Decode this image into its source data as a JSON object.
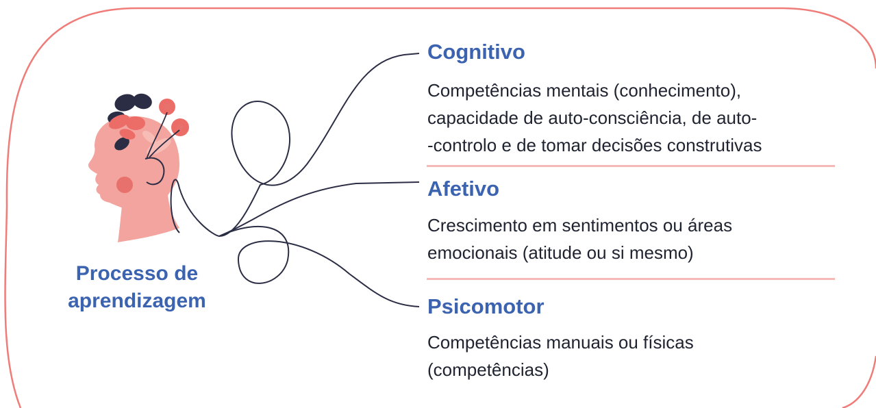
{
  "colors": {
    "frame": "#ef7c78",
    "title": "#3b63b0",
    "text": "#1f2330",
    "line": "#2b2d44",
    "separator": "#f5b9b6",
    "head_fill": "#f3a49e",
    "cheek": "#e7716d",
    "petal": "#ec6d68",
    "leaf_dark": "#2b2d44",
    "leaf_light": "#f7bcb6"
  },
  "root": {
    "icon": "head-with-flowers-icon",
    "label": "Processo de aprendizagem"
  },
  "domains": [
    {
      "title": "Cognitivo",
      "lines": [
        "Competências mentais (conhecimento),",
        "capacidade de auto-consciência, de auto-",
        "-controlo e de tomar decisões construtivas"
      ]
    },
    {
      "title": "Afetivo",
      "lines": [
        "Crescimento em sentimentos ou áreas",
        "emocionais (atitude ou si mesmo)"
      ]
    },
    {
      "title": "Psicomotor",
      "lines": [
        "Competências manuais ou físicas",
        "(competências)"
      ]
    }
  ]
}
